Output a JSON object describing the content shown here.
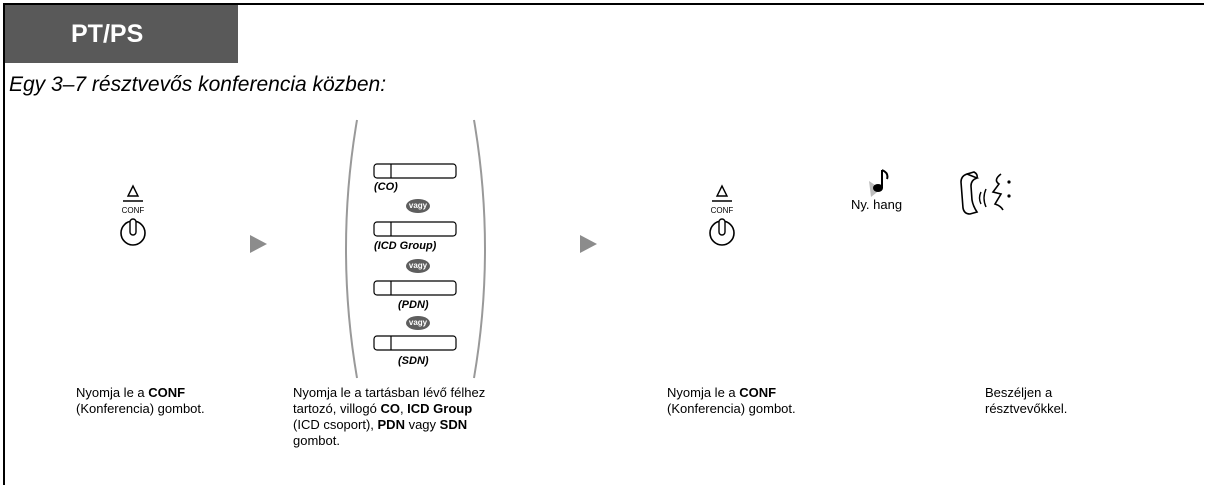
{
  "header": {
    "title": "PT/PS"
  },
  "subtitle": "Egy 3–7 résztvevős konferencia közben:",
  "icons": {
    "conf_label": "CONF",
    "vagy_label": "vagy",
    "tone_label": "Ny. hang"
  },
  "buttons": [
    {
      "label": "(CO)"
    },
    {
      "label": "(ICD Group)"
    },
    {
      "label": "(PDN)"
    },
    {
      "label": "(SDN)"
    }
  ],
  "steps": [
    {
      "pre": "Nyomja le a ",
      "bold1": "CONF",
      "post": "(Konferencia) gombot."
    },
    {
      "line1": "Nyomja le a tartásban lévő félhez",
      "t_pre": "tartozó, villogó ",
      "t_co": "CO",
      "t_sep": ", ",
      "t_icd": "ICD Group",
      "l3_pre": "(ICD csoport), ",
      "l3_pdn": "PDN",
      "l3_mid": " vagy ",
      "l3_sdn": "SDN",
      "l4": "gombot."
    },
    {
      "pre": "Nyomja le a ",
      "bold1": "CONF",
      "post": "(Konferencia) gombot."
    },
    {
      "line1": "Beszéljen a",
      "line2": "résztvevőkkel."
    }
  ]
}
